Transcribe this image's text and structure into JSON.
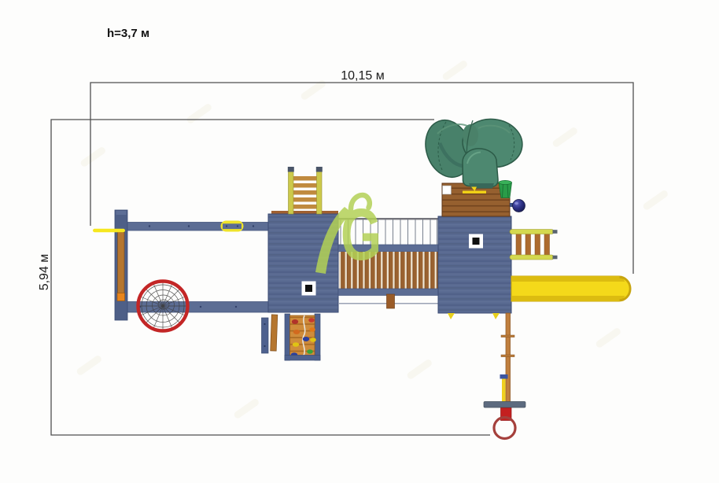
{
  "annotations": {
    "height_note": "h=3,7 м",
    "width_dimension": "10,15 м",
    "depth_dimension": "5,94 м"
  },
  "watermark": {
    "letter": "G"
  },
  "colors": {
    "structure_blue": "#586990",
    "beam_blue": "#5c6d94",
    "wood_brown": "#a9662e",
    "platform_brown": "#96602f",
    "slide_yellow": "#f4d91a",
    "tube_green": "#4a8169",
    "web_red": "#c32626",
    "accent_yellow": "#f2e023",
    "dimension_line": "#4f4f4f",
    "watermark_green": "#b3d156"
  },
  "components": [
    {
      "name": "entry-post-with-ladder"
    },
    {
      "name": "monkey-beams"
    },
    {
      "name": "spider-web-climber"
    },
    {
      "name": "tower-1"
    },
    {
      "name": "wooden-ladder"
    },
    {
      "name": "arched-bridge"
    },
    {
      "name": "tower-2"
    },
    {
      "name": "upper-wooden-platform"
    },
    {
      "name": "spiral-tube-slide"
    },
    {
      "name": "side-rung-ladder"
    },
    {
      "name": "straight-slide"
    },
    {
      "name": "climbing-wall"
    },
    {
      "name": "gym-rings-swing"
    }
  ]
}
